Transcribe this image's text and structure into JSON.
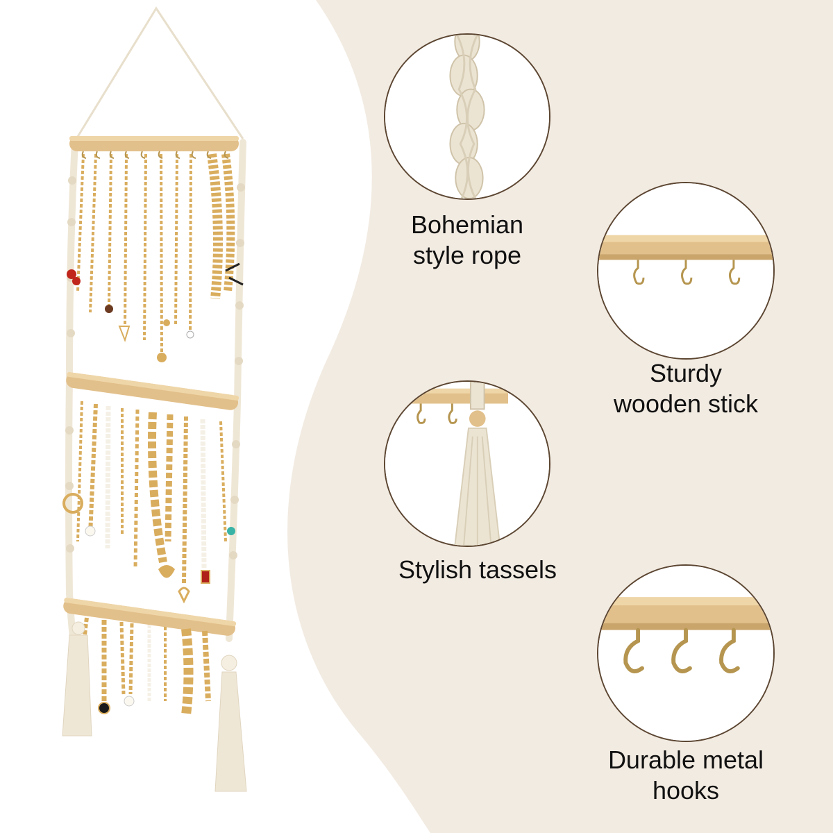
{
  "colors": {
    "panel_beige": "#f2ebe2",
    "circle_border": "#5c4632",
    "wood": "#e2c08b",
    "rope": "#efe7d6",
    "hook_gold": "#b5954f",
    "gold_chain": "#d9ad5e",
    "caption_text": "#111111"
  },
  "product": {
    "illustration": "macrame-jewelry-hanger-with-three-wooden-rods-and-tassels"
  },
  "features": [
    {
      "label": "Bohemian\nstyle rope",
      "image": "rope-closeup"
    },
    {
      "label": "Sturdy\nwooden stick",
      "image": "wooden-stick-closeup"
    },
    {
      "label": "Stylish tassels",
      "image": "tassel-closeup"
    },
    {
      "label": "Durable metal\nhooks",
      "image": "metal-hooks-closeup"
    }
  ]
}
